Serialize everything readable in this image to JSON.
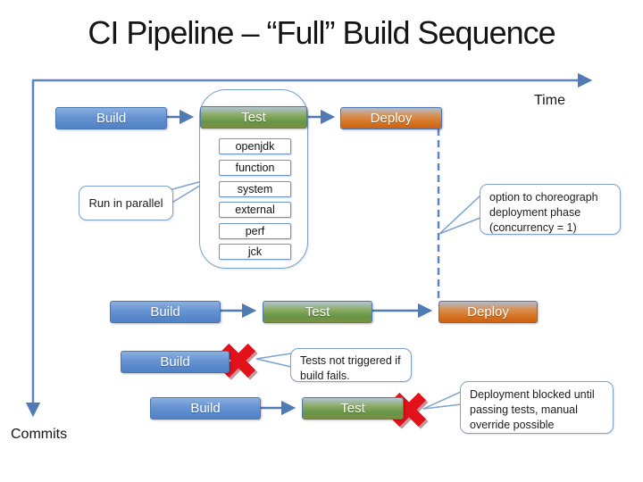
{
  "title": "CI Pipeline – “Full” Build Sequence",
  "axes": {
    "x_label": "Time",
    "y_label": "Commits"
  },
  "stages": {
    "build": "Build",
    "test": "Test",
    "deploy": "Deploy"
  },
  "test_suites": [
    "openjdk",
    "function",
    "system",
    "external",
    "perf",
    "jck"
  ],
  "callouts": {
    "parallel": "Run in parallel",
    "choreograph": "option to choreograph deployment phase (concurrency = 1)",
    "build_fail": "Tests not triggered if build fails.",
    "deploy_blocked": "Deployment blocked until passing tests, manual override possible"
  },
  "colors": {
    "box_blue": "#5b8bd0",
    "box_green": "#6fa04b",
    "box_orange": "#d5701f",
    "line_blue": "#4f7ab3",
    "fail_red": "#e31119",
    "callout_border": "#7ba2d0"
  }
}
